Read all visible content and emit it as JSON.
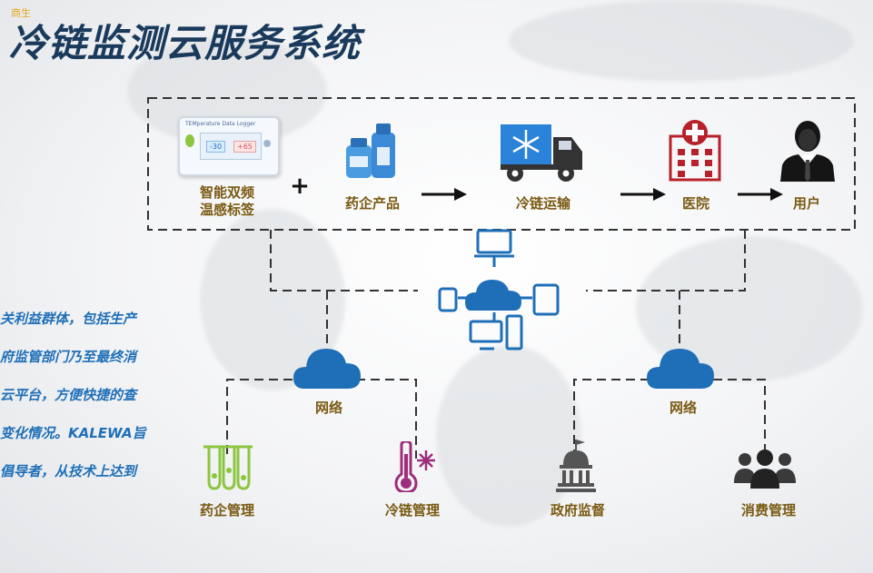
{
  "header": {
    "corner_logo": "商生",
    "title": "冷链监测云服务系统"
  },
  "top_flow": {
    "device_label_1": "智能双频",
    "device_label_2": "温感标签",
    "device_screen_brand": "TEMperature Data Logger",
    "device_screen_low": "-30",
    "device_screen_high": "+65",
    "plus": "+",
    "pharma_label": "药企产品",
    "truck_label": "冷链运输",
    "hospital_label": "医院",
    "user_label": "用户"
  },
  "network": {
    "left_label": "网络",
    "right_label": "网络"
  },
  "bottom": {
    "pharma_mgmt": "药企管理",
    "cold_mgmt": "冷链管理",
    "gov_supervision": "政府监督",
    "consumer_mgmt": "消费管理"
  },
  "side_text": {
    "line1": "关利益群体，包括生产",
    "line2": "府监管部门乃至最终消",
    "line3": "云平台，方便快捷的查",
    "line4": "变化情况。KALEWA旨",
    "line5": "倡导者，从技术上达到"
  },
  "colors": {
    "accent_blue": "#1f6fb8",
    "label_gold": "#7a5a12",
    "title_navy": "#1a3a5c",
    "hospital_red": "#b8202a"
  }
}
